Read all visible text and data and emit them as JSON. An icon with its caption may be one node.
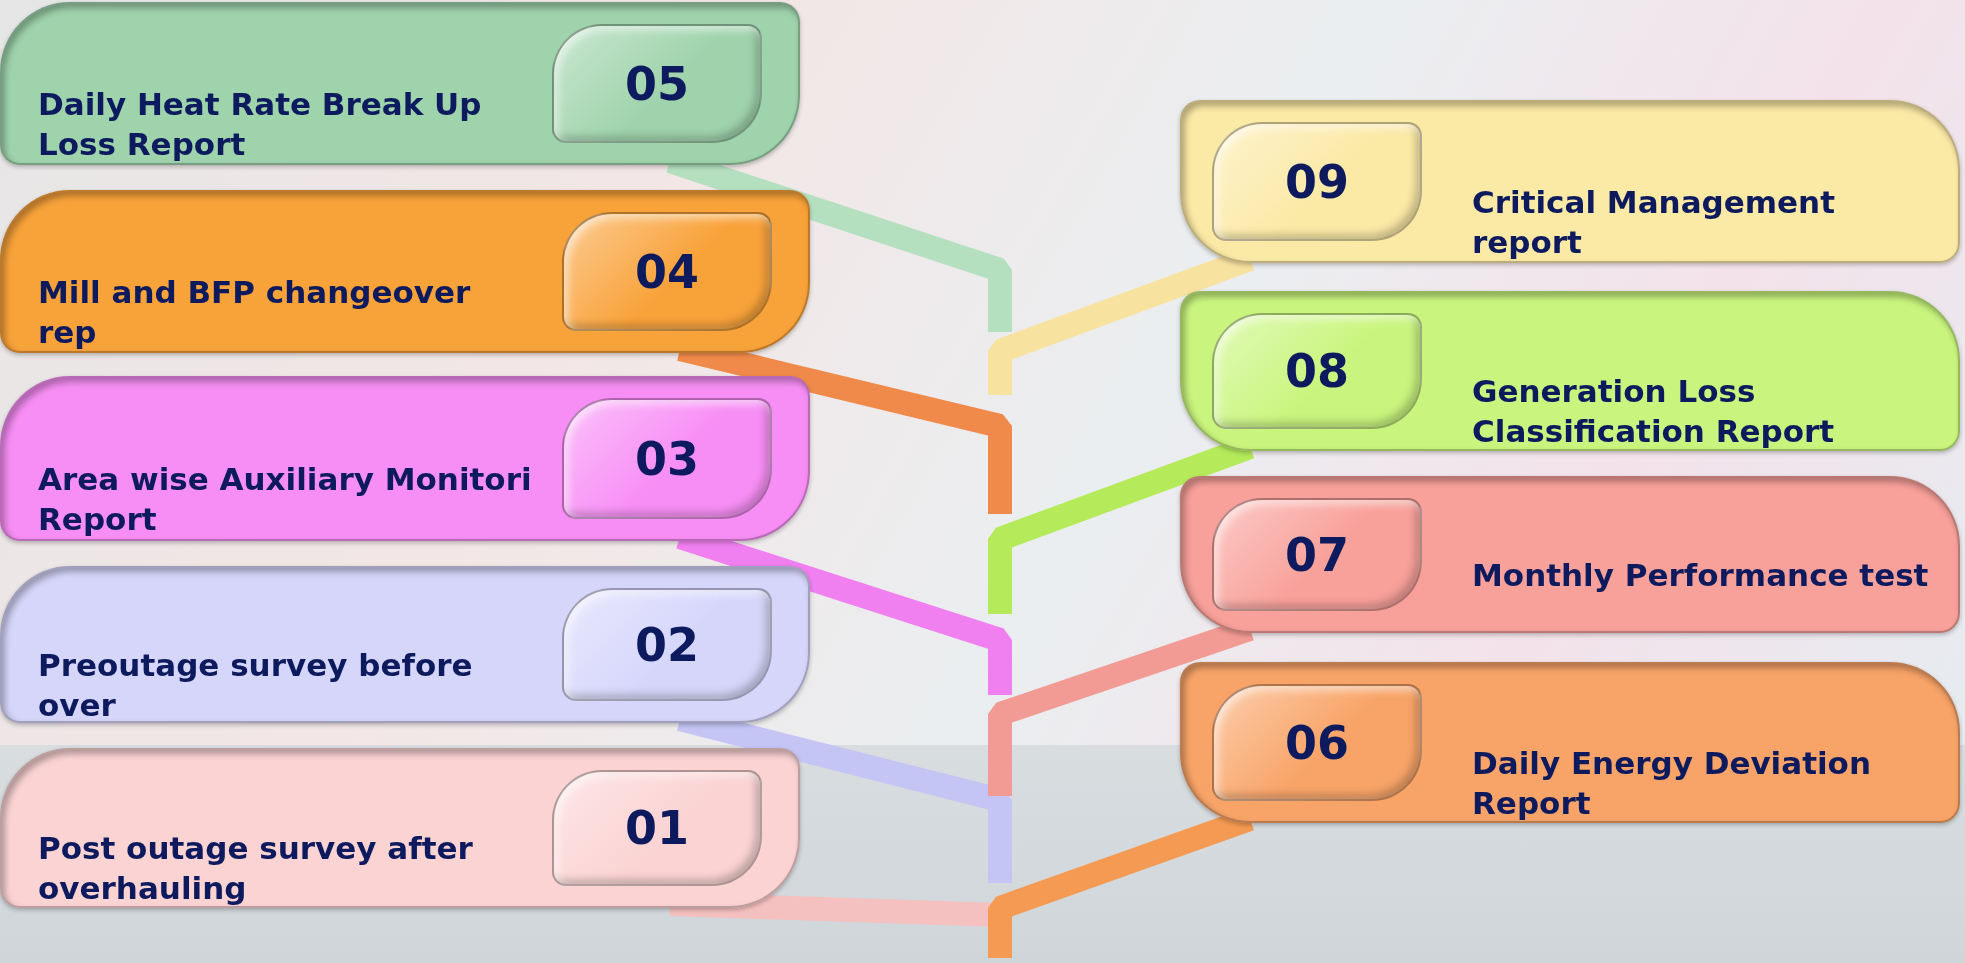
{
  "diagram": {
    "nodes": [
      {
        "text": [
          "Daily Heat Rate Break Up Loss Report",
          "05"
        ]
      },
      {
        "text": [
          "Mill and BFP changeover rep",
          "04"
        ]
      },
      {
        "text": [
          "Area wise Auxiliary Monitori Report",
          "03"
        ]
      },
      {
        "text": [
          "Preoutage survey before over",
          "02"
        ]
      },
      {
        "text": [
          "Post outage survey after overhauling",
          "01"
        ]
      },
      {
        "text": [
          "Critical Management report",
          "09"
        ]
      },
      {
        "text": [
          "Generation Loss Classification Report",
          "08"
        ]
      },
      {
        "text": [
          "Monthly Performance test",
          "07"
        ]
      },
      {
        "text": [
          "Daily Energy Deviation Report",
          "06"
        ]
      }
    ],
    "edges": [
      {
        "from": 0,
        "to": null,
        "arrow": "none",
        "color": "#b5e0c0"
      },
      {
        "from": 1,
        "to": null,
        "arrow": "none",
        "color": "#f08a4a"
      },
      {
        "from": 2,
        "to": null,
        "arrow": "none",
        "color": "#f07ff0"
      },
      {
        "from": 3,
        "to": null,
        "arrow": "none",
        "color": "#c4c4f5"
      },
      {
        "from": 4,
        "to": null,
        "arrow": "none",
        "color": "#f5c0c0"
      },
      {
        "from": 5,
        "to": null,
        "arrow": "none",
        "color": "#f8e2a0"
      },
      {
        "from": 6,
        "to": null,
        "arrow": "none",
        "color": "#b5ea5a"
      },
      {
        "from": 7,
        "to": null,
        "arrow": "none",
        "color": "#f29a94"
      },
      {
        "from": 8,
        "to": null,
        "arrow": "none",
        "color": "#f59a52"
      }
    ]
  }
}
